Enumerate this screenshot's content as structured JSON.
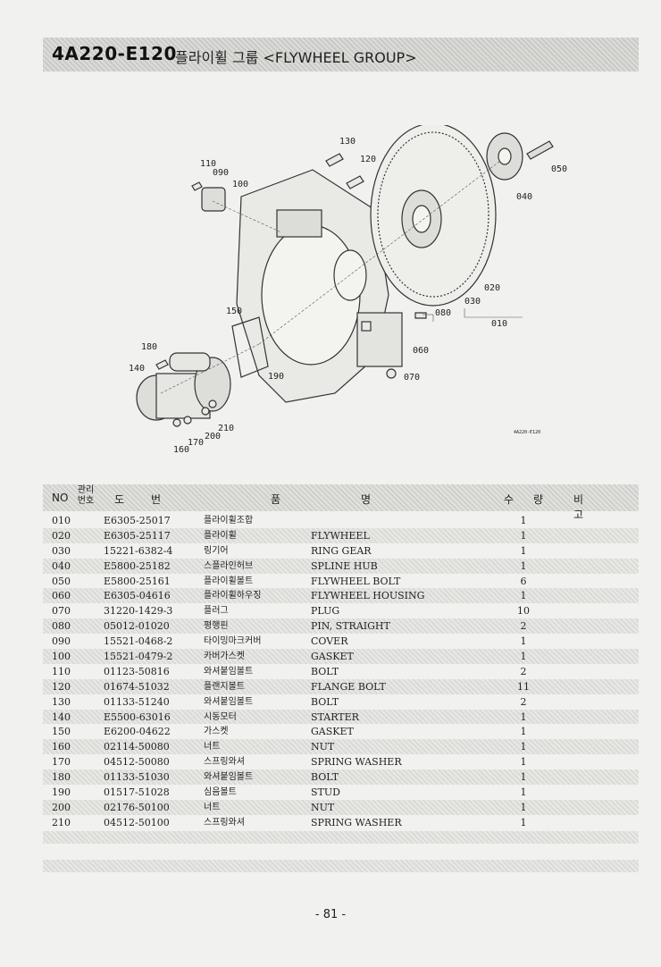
{
  "header": {
    "code": "4A220-E120",
    "title": "플라이휠 그룹 <FLYWHEEL GROUP>"
  },
  "diagram": {
    "callouts": [
      "110",
      "090",
      "100",
      "130",
      "120",
      "050",
      "040",
      "020",
      "030",
      "010",
      "080",
      "060",
      "070",
      "150",
      "180",
      "140",
      "190",
      "210",
      "200",
      "170",
      "160"
    ],
    "drawing_code": "4A220-E120"
  },
  "table": {
    "headers": {
      "no": "NO",
      "mgmt": "관리번호",
      "part": "도번",
      "name": "품명",
      "qty": "수량",
      "note": "비고"
    },
    "rows": [
      {
        "no": "010",
        "part": "E6305-25017",
        "kr": "플라이휠조합",
        "en": "",
        "qty": "1"
      },
      {
        "no": "020",
        "part": "E6305-25117",
        "kr": "플라이휠",
        "en": "FLYWHEEL",
        "qty": "1"
      },
      {
        "no": "030",
        "part": "15221-6382-4",
        "kr": "링기어",
        "en": "RING GEAR",
        "qty": "1"
      },
      {
        "no": "040",
        "part": "E5800-25182",
        "kr": "스플라인허브",
        "en": "SPLINE HUB",
        "qty": "1"
      },
      {
        "no": "050",
        "part": "E5800-25161",
        "kr": "플라이휠볼트",
        "en": "FLYWHEEL BOLT",
        "qty": "6"
      },
      {
        "no": "060",
        "part": "E6305-04616",
        "kr": "플라이휠하우징",
        "en": "FLYWHEEL HOUSING",
        "qty": "1"
      },
      {
        "no": "070",
        "part": "31220-1429-3",
        "kr": "플러그",
        "en": "PLUG",
        "qty": "10"
      },
      {
        "no": "080",
        "part": "05012-01020",
        "kr": "평행핀",
        "en": "PIN, STRAIGHT",
        "qty": "2"
      },
      {
        "no": "090",
        "part": "15521-0468-2",
        "kr": "타이밍마크커버",
        "en": "COVER",
        "qty": "1"
      },
      {
        "no": "100",
        "part": "15521-0479-2",
        "kr": "카버가스켓",
        "en": "GASKET",
        "qty": "1"
      },
      {
        "no": "110",
        "part": "01123-50816",
        "kr": "와셔붙임볼트",
        "en": "BOLT",
        "qty": "2"
      },
      {
        "no": "120",
        "part": "01674-51032",
        "kr": "플랜지볼트",
        "en": "FLANGE BOLT",
        "qty": "11"
      },
      {
        "no": "130",
        "part": "01133-51240",
        "kr": "와셔붙임볼트",
        "en": "BOLT",
        "qty": "2"
      },
      {
        "no": "140",
        "part": "E5500-63016",
        "kr": "시동모터",
        "en": "STARTER",
        "qty": "1"
      },
      {
        "no": "150",
        "part": "E6200-04622",
        "kr": "가스켓",
        "en": "GASKET",
        "qty": "1"
      },
      {
        "no": "160",
        "part": "02114-50080",
        "kr": "너트",
        "en": "NUT",
        "qty": "1"
      },
      {
        "no": "170",
        "part": "04512-50080",
        "kr": "스프링와셔",
        "en": "SPRING WASHER",
        "qty": "1"
      },
      {
        "no": "180",
        "part": "01133-51030",
        "kr": "와셔붙임볼트",
        "en": "BOLT",
        "qty": "1"
      },
      {
        "no": "190",
        "part": "01517-51028",
        "kr": "심음볼트",
        "en": "STUD",
        "qty": "1"
      },
      {
        "no": "200",
        "part": "02176-50100",
        "kr": "너트",
        "en": "NUT",
        "qty": "1"
      },
      {
        "no": "210",
        "part": "04512-50100",
        "kr": "스프링와셔",
        "en": "SPRING WASHER",
        "qty": "1"
      }
    ]
  },
  "footer": {
    "page": "- 81 -"
  }
}
